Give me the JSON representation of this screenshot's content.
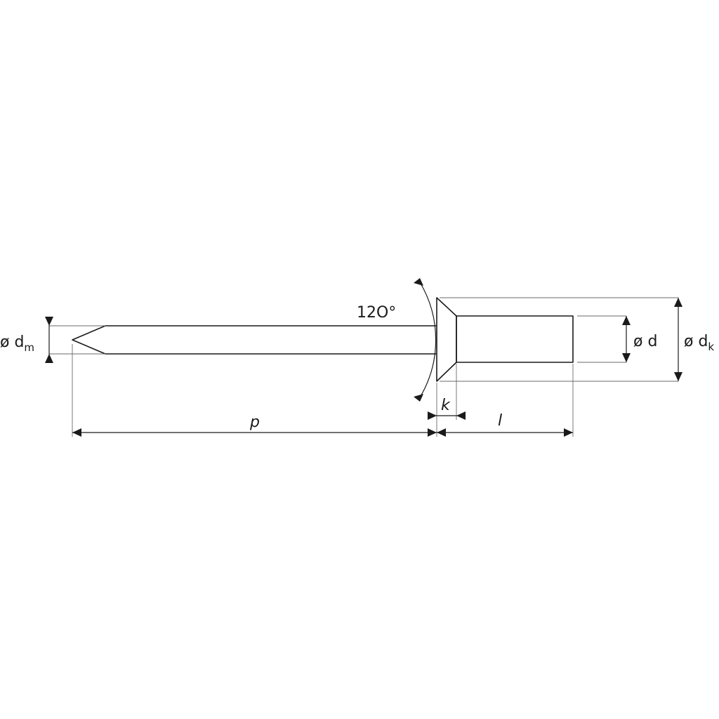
{
  "labels": {
    "dm_symbol": "ø d",
    "dm_sub": "m",
    "angle": "12O°",
    "d": "ø d",
    "dk_symbol": "ø d",
    "dk_sub": "k",
    "k": "k",
    "l": "l",
    "p": "p"
  },
  "colors": {
    "line": "#1a1a1a",
    "extension_line": "#6a6a6a",
    "background": "#ffffff"
  }
}
